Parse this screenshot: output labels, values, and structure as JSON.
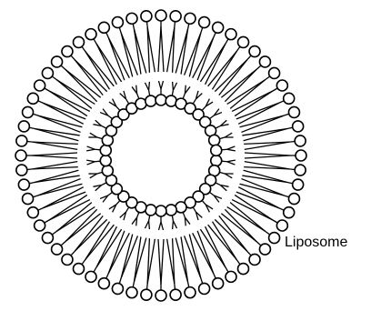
{
  "diagram": {
    "label": "Liposome",
    "outer_leaflet_count": 60,
    "inner_leaflet_count": 34,
    "colors": {
      "stroke": "#000000",
      "head_fill": "#ffffff",
      "background": "#ffffff"
    }
  }
}
